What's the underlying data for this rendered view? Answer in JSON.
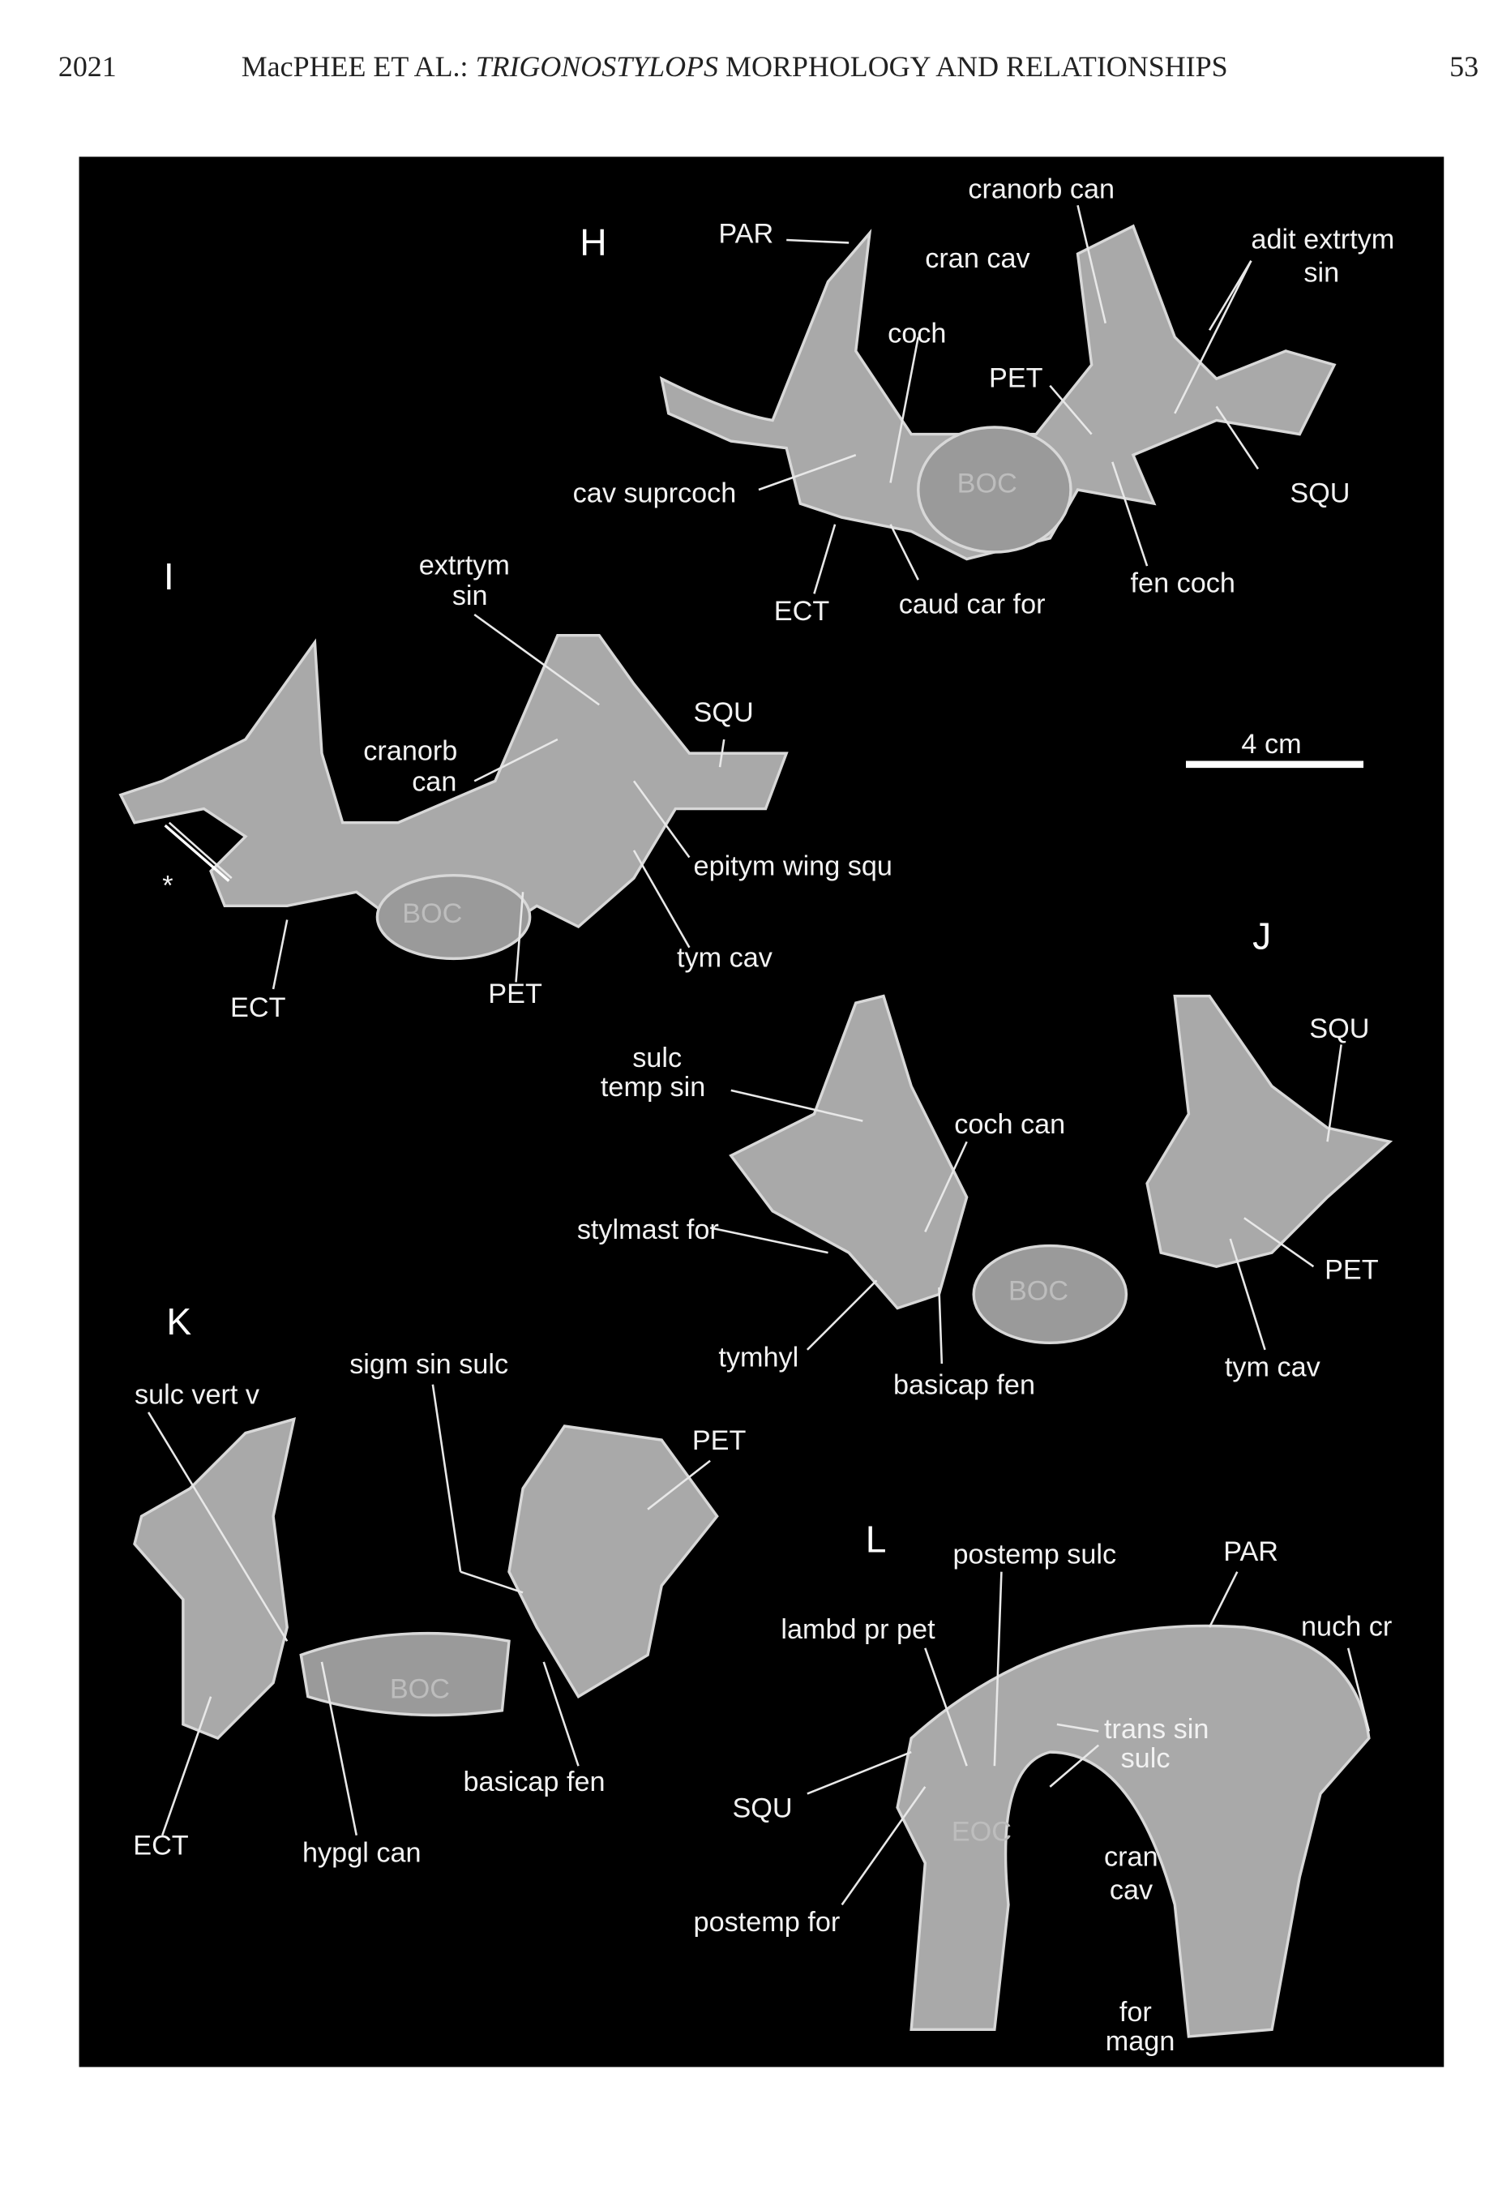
{
  "header": {
    "year": "2021",
    "title_part1": "MacPHEE ET AL.: ",
    "title_italic": "TRIGONOSTYLOPS",
    "title_part2": " MORPHOLOGY AND RELATIONSHIPS",
    "page": "53"
  },
  "figure": {
    "scale_bar": "4 cm",
    "H": {
      "panel": "H",
      "PAR": "PAR",
      "cranorb_can": "cranorb can",
      "cran_cav": "cran cav",
      "adit1": "adit extrtym",
      "adit2": "sin",
      "coch": "coch",
      "PET": "PET",
      "cav_suprcoch": "cav suprcoch",
      "BOC": "BOC",
      "SQU": "SQU",
      "ECT": "ECT",
      "caud_car_for": "caud car for",
      "fen_coch": "fen coch"
    },
    "I": {
      "panel": "I",
      "extrtym1": "extrtym",
      "extrtym2": "sin",
      "SQU": "SQU",
      "cranorb1": "cranorb",
      "cranorb2": "can",
      "star": "*",
      "epitym": "epitym wing squ",
      "BOC": "BOC",
      "tym_cav": "tym cav",
      "ECT": "ECT",
      "PET": "PET"
    },
    "J": {
      "panel": "J",
      "SQU": "SQU",
      "sulc1": "sulc",
      "sulc2": "temp sin",
      "coch_can": "coch can",
      "stylmast": "stylmast for",
      "PET": "PET",
      "BOC": "BOC",
      "tymhyl": "tymhyl",
      "basicap": "basicap fen",
      "tym_cav": "tym cav"
    },
    "K": {
      "panel": "K",
      "sigm": "sigm sin sulc",
      "sulc_vert": "sulc vert v",
      "PET": "PET",
      "BOC": "BOC",
      "basicap": "basicap fen",
      "ECT": "ECT",
      "hypgl": "hypgl can"
    },
    "L": {
      "panel": "L",
      "postemp_sulc": "postemp sulc",
      "PAR": "PAR",
      "lambd": "lambd pr pet",
      "nuch": "nuch cr",
      "trans1": "trans sin",
      "trans2": "sulc",
      "SQU": "SQU",
      "EOC": "EOC",
      "cran1": "cran",
      "cran2": "cav",
      "postemp_for": "postemp for",
      "for1": "for",
      "for2": "magn"
    }
  }
}
